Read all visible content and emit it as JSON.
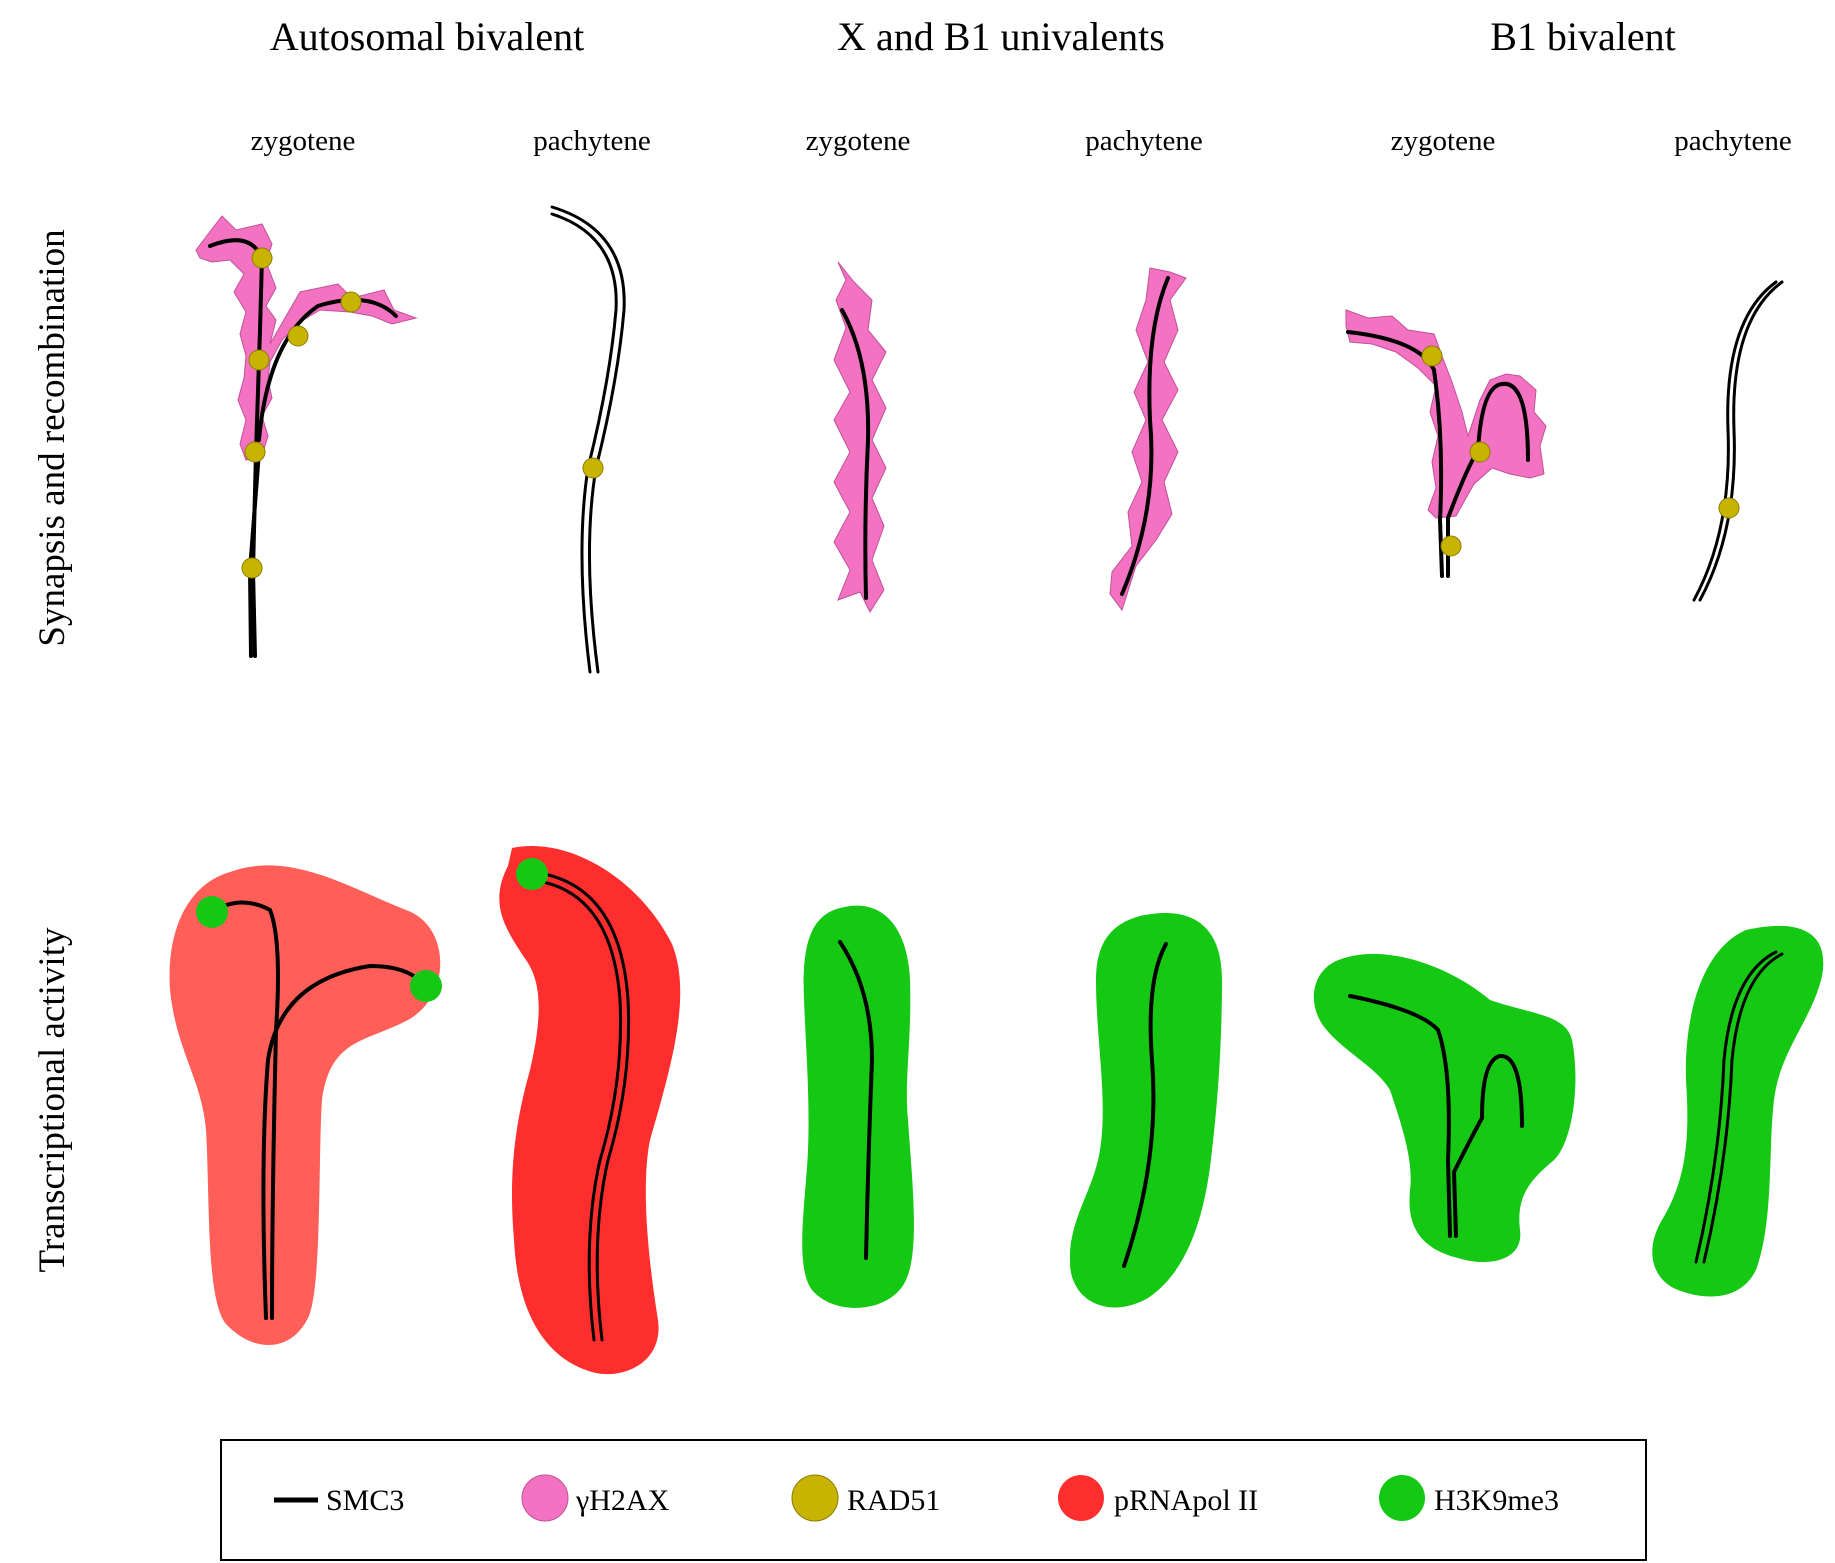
{
  "column_groups": [
    {
      "title": "Autosomal bivalent",
      "stages": [
        "zygotene",
        "pachytene"
      ]
    },
    {
      "title": "X and B1 univalents",
      "stages": [
        "zygotene",
        "pachytene"
      ]
    },
    {
      "title": "B1 bivalent",
      "stages": [
        "zygotene",
        "pachytene"
      ]
    }
  ],
  "rows": [
    {
      "label": "Synapsis and recombination"
    },
    {
      "label": "Transcriptional activity"
    }
  ],
  "legend": [
    {
      "label": "SMC3",
      "symbol": "line",
      "color": "#000000"
    },
    {
      "label": "γH2AX",
      "symbol": "circle",
      "color": "#F472C2"
    },
    {
      "label": "RAD51",
      "symbol": "circle",
      "color": "#C8B400"
    },
    {
      "label": "pRNApol II",
      "symbol": "circle",
      "color": "#FF2E2E"
    },
    {
      "label": "H3K9me3",
      "symbol": "circle",
      "color": "#14C814"
    }
  ],
  "colors": {
    "gh2ax": "#F472C2",
    "rad51": "#C8B400",
    "prnapol_light": "#FF5F58",
    "prnapol_dark": "#FF2E2E",
    "h3k9me3": "#14C814",
    "smc3": "#000000"
  }
}
